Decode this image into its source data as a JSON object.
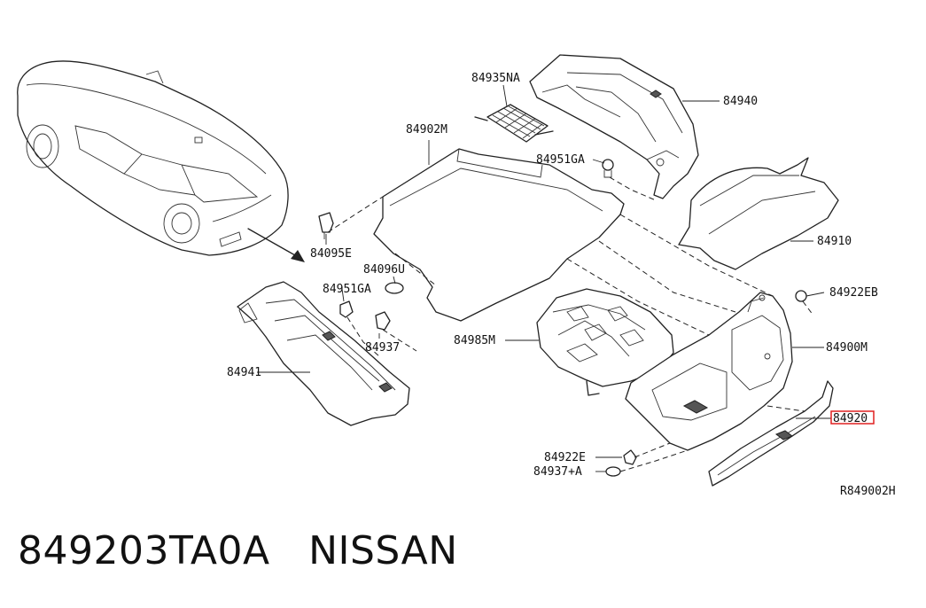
{
  "diagram": {
    "labels": {
      "l84935NA": "84935NA",
      "l84940": "84940",
      "l84902M": "84902M",
      "l84951GA_top": "84951GA",
      "l84910": "84910",
      "l84095E": "84095E",
      "l84096U": "84096U",
      "l84951GA_left": "84951GA",
      "l84937": "84937",
      "l84941": "84941",
      "l84985M": "84985M",
      "l84922EB": "84922EB",
      "l84900M": "84900M",
      "l84920": "84920",
      "l84922E": "84922E",
      "l84937A": "84937+A"
    },
    "figure_code": "R849002H",
    "highlight_color": "#e02020"
  },
  "caption": {
    "part_number": "849203TA0A",
    "brand": "NISSAN"
  }
}
